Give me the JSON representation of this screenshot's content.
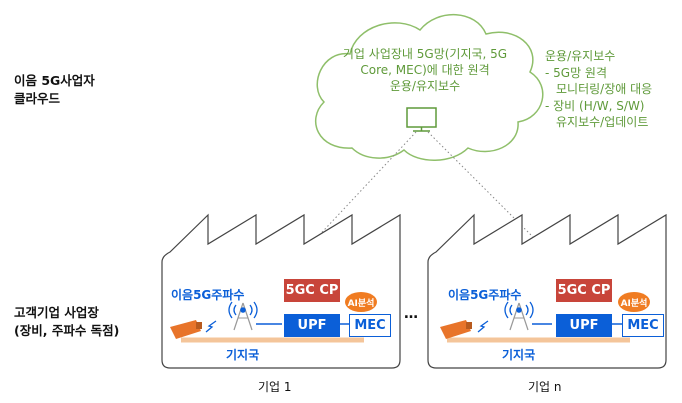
{
  "labels": {
    "cloud_side": [
      "이음 5G사업자",
      "클라우드"
    ],
    "enterprise_side": [
      "고객기업 사업장",
      "(장비, 주파수 독점)"
    ]
  },
  "cloud": {
    "text": [
      "기업 사업장내 5G망(기지국, 5G",
      "Core, MEC)에 대한 원격",
      "운용/유지보수"
    ]
  },
  "services": [
    "운용/유지보수",
    "- 5G망 원격",
    "  모니터링/장애 대응",
    "- 장비 (H/W, S/W)",
    "  유지보수/업데이트"
  ],
  "factories": [
    {
      "name": "기업 1",
      "frequency": "이음5G주파수",
      "core_cp": "5GC CP",
      "upf": "UPF",
      "mec": "MEC",
      "ai": "AI분석",
      "base_station": "기지국"
    },
    {
      "name": "기업 n",
      "frequency": "이음5G주파수",
      "core_cp": "5GC CP",
      "upf": "UPF",
      "mec": "MEC",
      "ai": "AI분석",
      "base_station": "기지국"
    }
  ],
  "ellipsis": "…",
  "colors": {
    "green": "#5f9a3a",
    "blue": "#0b5fd8",
    "red": "#c8453a",
    "orange": "#f07c22",
    "cable": "#f4c59a"
  }
}
